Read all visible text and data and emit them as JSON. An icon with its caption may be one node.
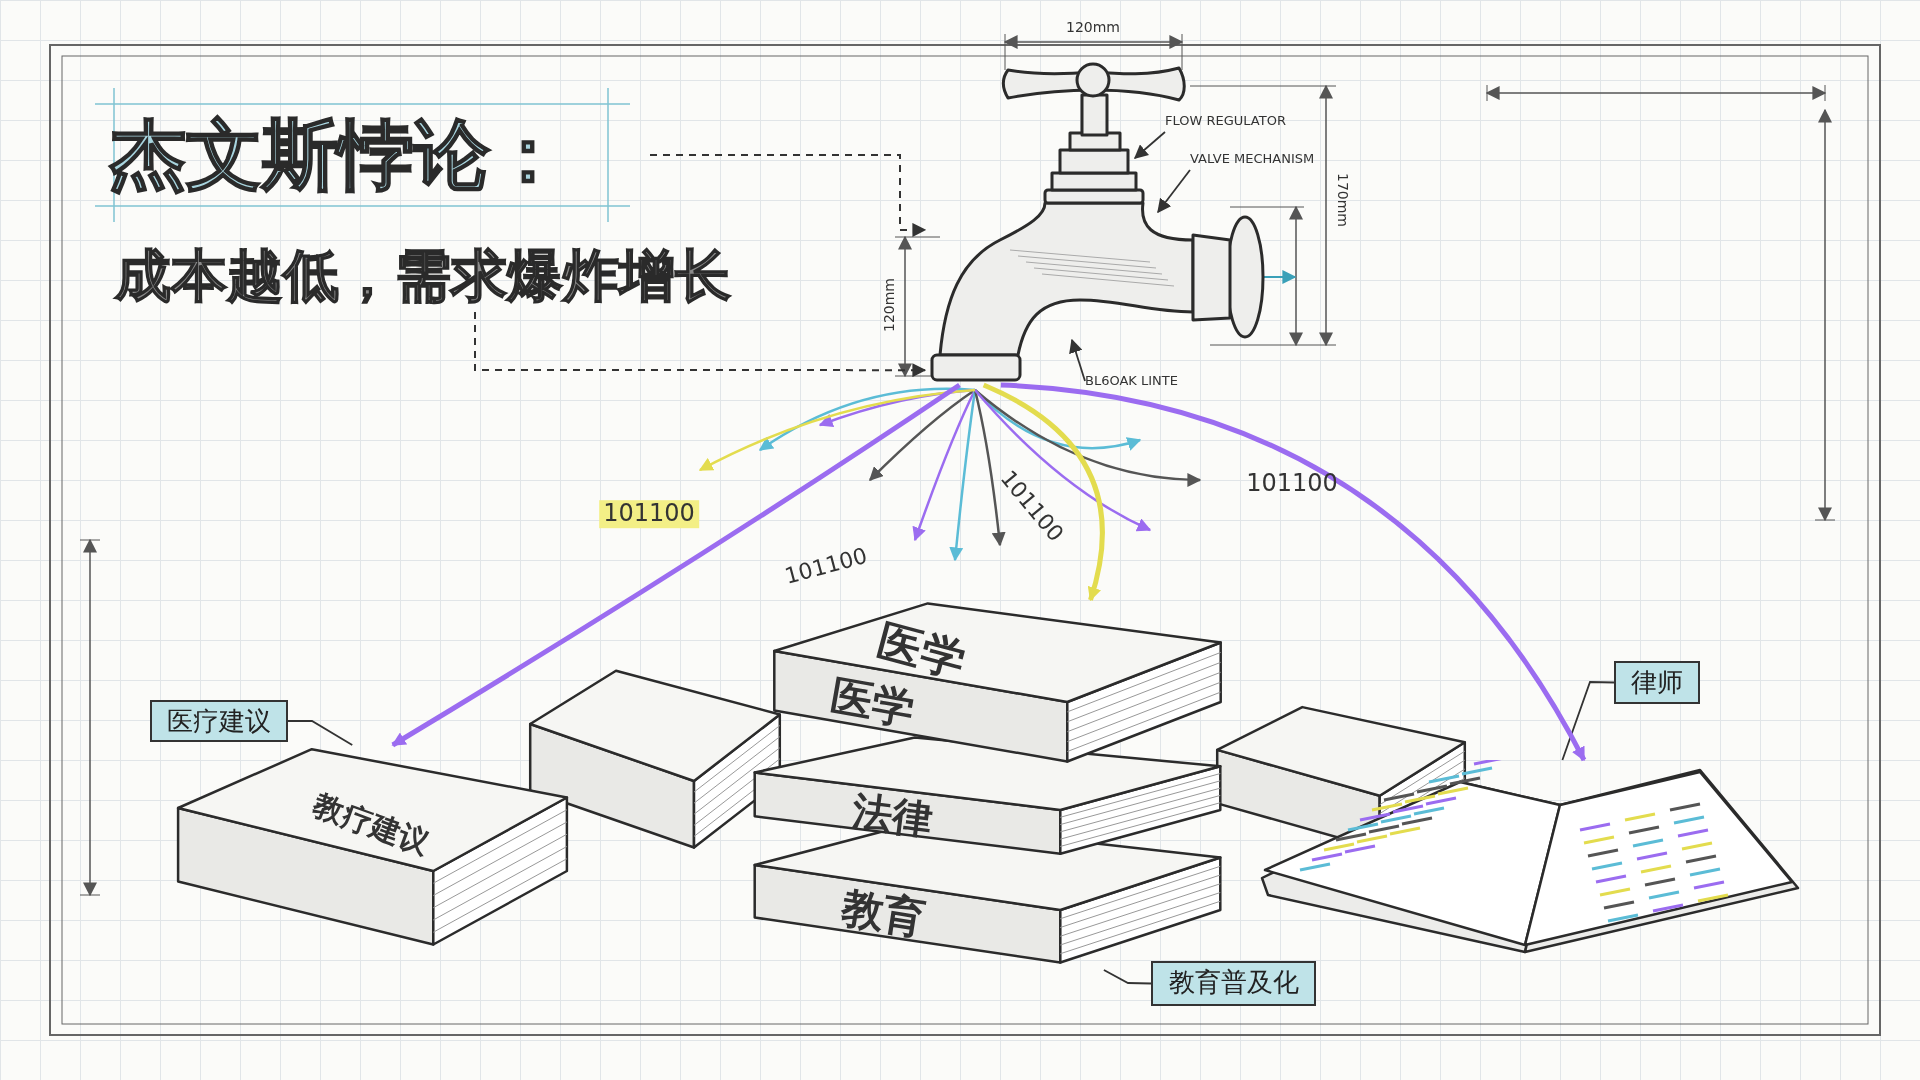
{
  "diagram": {
    "nodes": [
      {
        "text": [
          "杰文斯悖论："
        ]
      },
      {
        "text": [
          "成本越低，需求爆炸增长"
        ]
      },
      {
        "text": [],
        "shape": "picture"
      },
      {
        "text": [
          "FLOW REGULATOR"
        ]
      },
      {
        "text": [
          "VALVE MECHANISM"
        ]
      },
      {
        "text": [
          "BL6OAK LINTE"
        ]
      },
      {
        "text": [
          "医学",
          "医学"
        ]
      },
      {
        "text": [
          "法律"
        ]
      },
      {
        "text": [
          "教育"
        ]
      },
      {
        "text": [
          "教疗建议"
        ]
      },
      {
        "text": [],
        "shape": "book"
      },
      {
        "text": [
          "医疗建议"
        ]
      },
      {
        "text": [
          "律师"
        ]
      },
      {
        "text": [
          "教育普及化"
        ]
      }
    ],
    "edges": [
      {
        "from": 0,
        "to": 2,
        "arrow": "to",
        "style": "dashed"
      },
      {
        "from": 1,
        "to": 2,
        "arrow": "to",
        "style": "dashed"
      },
      {
        "from": 3,
        "to": 2,
        "arrow": "to"
      },
      {
        "from": 4,
        "to": 2,
        "arrow": "to"
      },
      {
        "from": 5,
        "to": 2,
        "arrow": "to"
      },
      {
        "from": 11,
        "to": 9,
        "arrow": "none"
      },
      {
        "from": 12,
        "to": 10,
        "arrow": "none"
      },
      {
        "from": 13,
        "to": 8,
        "arrow": "none"
      },
      {
        "from": 2,
        "to": 6,
        "arrow": "to",
        "style": "thick",
        "color": "#e3dc4e"
      },
      {
        "from": 2,
        "to": 9,
        "arrow": "to",
        "style": "thick",
        "color": "#9b6cf0"
      },
      {
        "from": 2,
        "to": 10,
        "arrow": "to",
        "style": "thick",
        "color": "#9b6cf0"
      }
    ],
    "labels": [
      "120mm",
      "170mm",
      "120mm",
      "101100",
      "101100",
      "101100",
      "101100"
    ]
  }
}
